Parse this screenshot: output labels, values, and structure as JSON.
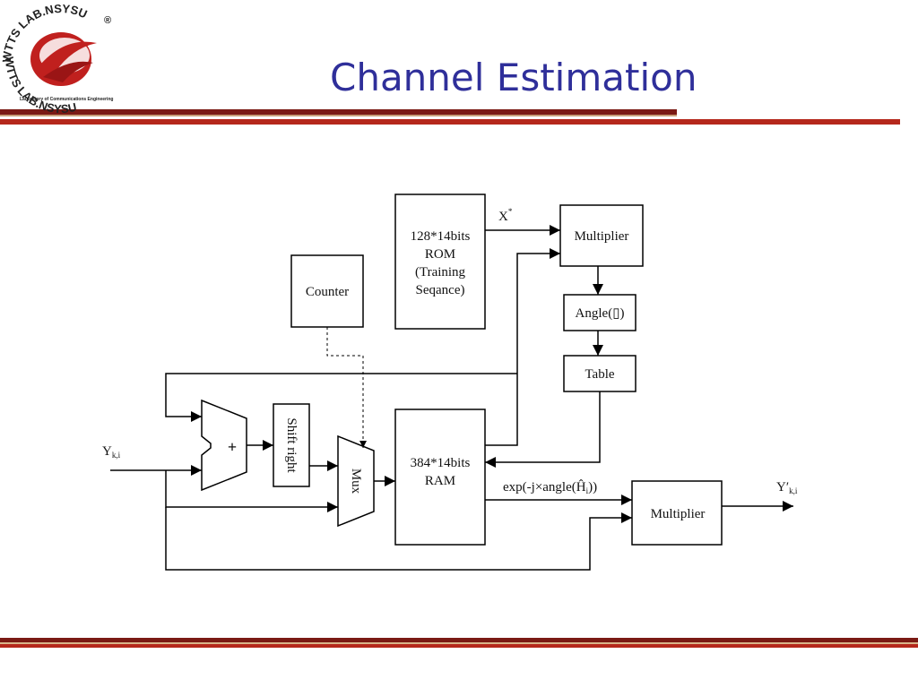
{
  "slide": {
    "title": "Channel Estimation",
    "colors": {
      "title": "#2f2f9a",
      "rule_dark": "#7a1a14",
      "rule_red": "#b5281c",
      "logo_red": "#c0201e"
    }
  },
  "logo": {
    "top_text": "WTTS LAB.NSYSU",
    "bottom_text": "WTTS LAB.NSYSU",
    "small_text": "Laboratory of Communications Engineering",
    "registered_mark": "®",
    "icon": "swoosh-logo-icon"
  },
  "diagram": {
    "blocks": {
      "rom": [
        "128*14bits",
        "ROM",
        "(Training",
        "Seqance)"
      ],
      "counter": "Counter",
      "multiplier_top": "Multiplier",
      "angle": "Angle(▯)",
      "table": "Table",
      "adder_sign": "+",
      "shift_right": "Shift right",
      "mux": "Mux",
      "ram": [
        "384*14bits",
        "RAM"
      ],
      "multiplier_bottom": "Multiplier"
    },
    "labels": {
      "x_star": "X",
      "x_star_sup": "*",
      "y_in": "Y",
      "y_in_sub": "k,i",
      "y_out": "Y′",
      "y_out_sub": "k,i",
      "exp_label_prefix": "exp(-j×angle(",
      "exp_label_h": "Ĥ",
      "exp_label_h_sub": "i",
      "exp_label_suffix": "))"
    }
  }
}
